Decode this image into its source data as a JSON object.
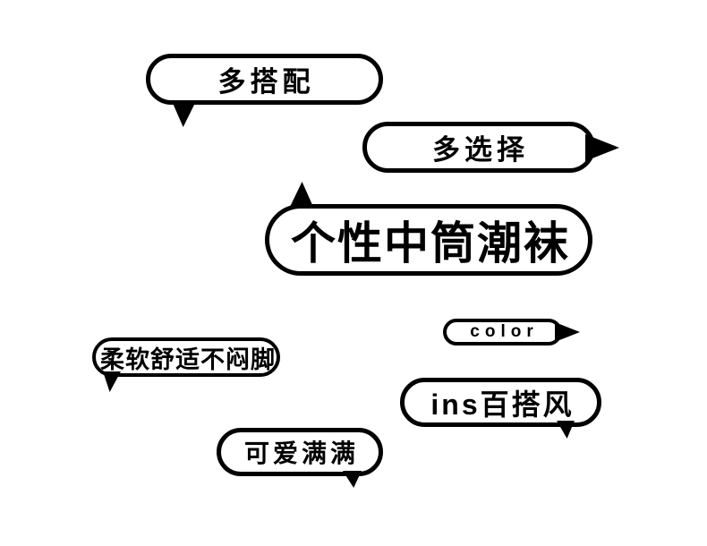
{
  "colors": {
    "ink": "#000000",
    "background": "#ffffff"
  },
  "poster": {
    "description": "speech-bubble feature callouts poster"
  },
  "bubbles": [
    {
      "label": "多搭配",
      "tail_direction": "down"
    },
    {
      "label": "多选择",
      "tail_direction": "right"
    },
    {
      "label": "个性中筒潮袜",
      "tail_direction": "up"
    },
    {
      "label": "color",
      "tail_direction": "right"
    },
    {
      "label": "柔软舒适不闷脚",
      "tail_direction": "down"
    },
    {
      "label": "ins百搭风",
      "tail_direction": "down"
    },
    {
      "label": "可爱满满",
      "tail_direction": "down"
    }
  ]
}
